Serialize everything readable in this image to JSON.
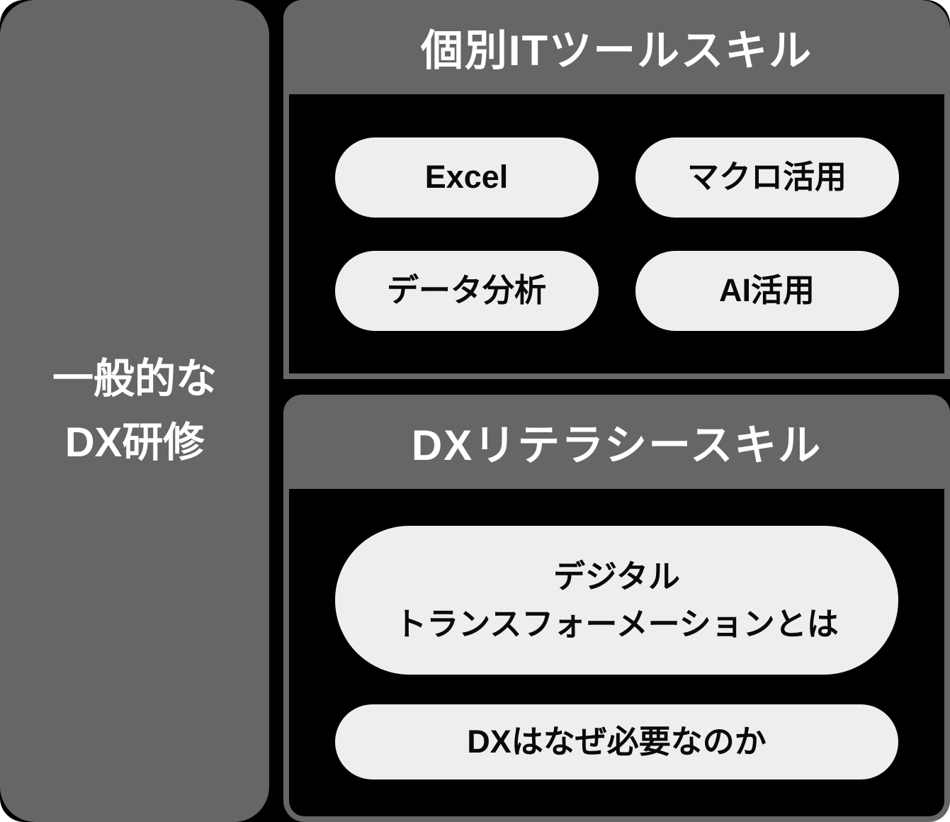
{
  "figure": {
    "sidebar": {
      "label_lines": [
        "一般的な",
        "DX研修"
      ]
    },
    "sections": [
      {
        "title": "個別ITツールスキル",
        "pills": [
          "Excel",
          "マクロ活用",
          "データ分析",
          "AI活用"
        ]
      },
      {
        "title": "DXリテラシースキル",
        "pills": [
          {
            "lines": [
              "デジタル",
              "トランスフォーメーションとは"
            ]
          },
          {
            "lines": [
              "DXはなぜ必要なのか"
            ]
          }
        ]
      }
    ],
    "colors": {
      "panel_gray": "#666666",
      "panel_black": "#000000",
      "pill_bg": "#eeeeee",
      "title_text": "#ffffff",
      "pill_text": "#0a0a0a",
      "page_bg": "#ffffff"
    }
  }
}
